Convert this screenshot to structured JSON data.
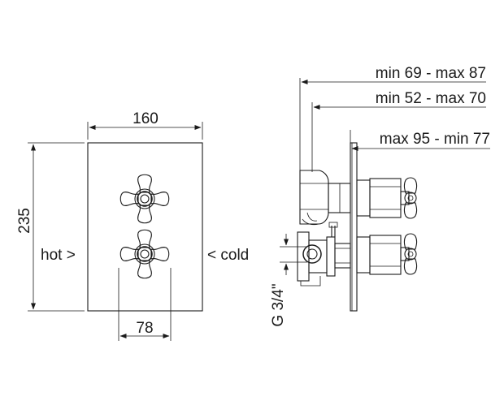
{
  "dimensions": {
    "plate_width": "160",
    "plate_height": "235",
    "handle_spacing": "78",
    "depth_1": "min 69 - max 87",
    "depth_2": "min 52 - max 70",
    "depth_3": "max 95 - min 77",
    "connection": "G 3/4\""
  },
  "labels": {
    "hot": "hot >",
    "cold": "< cold"
  }
}
